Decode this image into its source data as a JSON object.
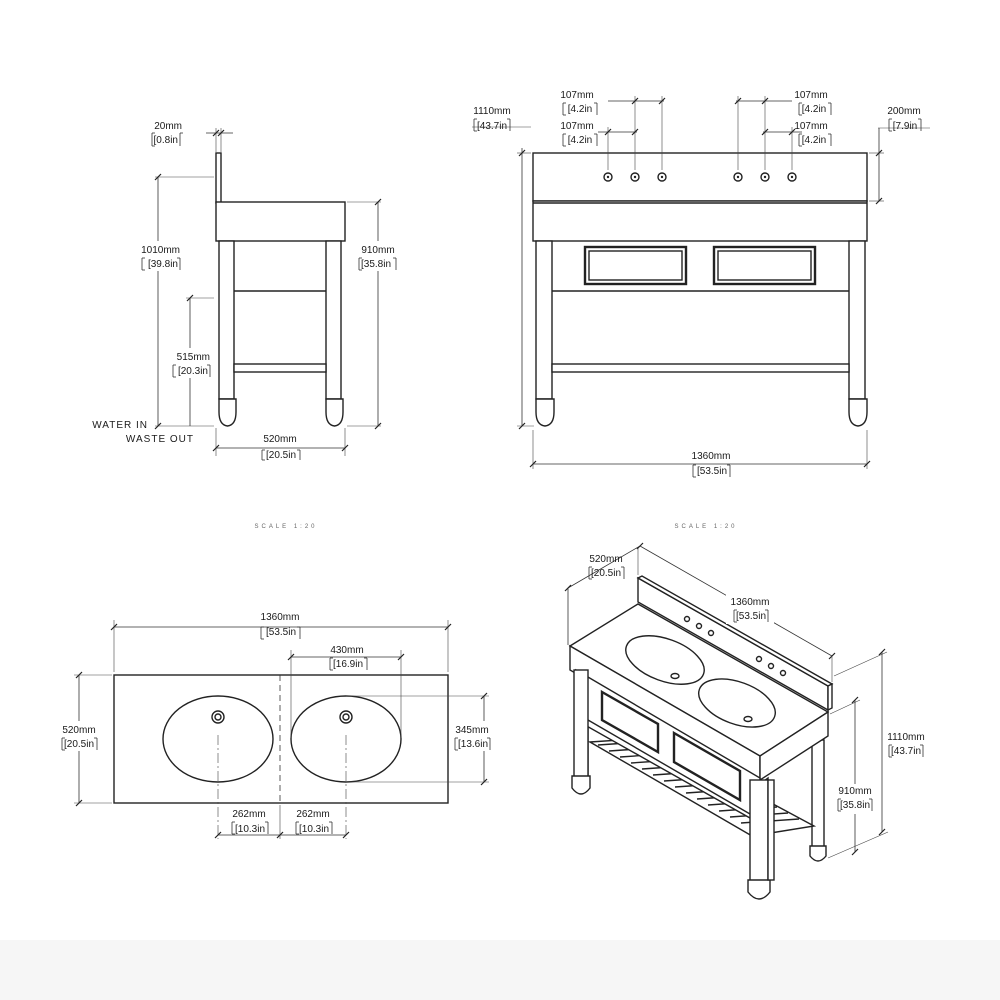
{
  "views": {
    "side": {
      "splash_width": "20mm",
      "splash_width_in": "[0.8in",
      "total_height": "1010mm",
      "total_height_in": "[39.8in",
      "counter_height": "910mm",
      "counter_height_in": "[35.8in",
      "water_height": "515mm",
      "water_height_in": "[20.3in",
      "water_in_label": "WATER IN",
      "waste_out_label": "WASTE OUT",
      "depth": "520mm",
      "depth_in": "[20.5in"
    },
    "front": {
      "total_height": "1110mm",
      "total_height_in": "[43.7in",
      "tap_spacing_a": "107mm",
      "tap_spacing_a_in": "[4.2in",
      "tap_spacing_b": "107mm",
      "tap_spacing_b_in": "[4.2in",
      "tap_spacing_c": "107mm",
      "tap_spacing_c_in": "[4.2in",
      "tap_spacing_d": "107mm",
      "tap_spacing_d_in": "[4.2in",
      "splash_height": "200mm",
      "splash_height_in": "[7.9in",
      "width": "1360mm",
      "width_in": "[53.5in"
    },
    "plan": {
      "width": "1360mm",
      "width_in": "[53.5in",
      "basin_width": "430mm",
      "basin_width_in": "[16.9in",
      "depth": "520mm",
      "depth_in": "[20.5in",
      "basin_depth": "345mm",
      "basin_depth_in": "[13.6in",
      "basin_offset_left": "262mm",
      "basin_offset_left_in": "[10.3in",
      "basin_offset_right": "262mm",
      "basin_offset_right_in": "[10.3in"
    },
    "iso": {
      "depth": "520mm",
      "depth_in": "[20.5in",
      "width": "1360mm",
      "width_in": "[53.5in",
      "total_height": "1110mm",
      "total_height_in": "[43.7in",
      "counter_height": "910mm",
      "counter_height_in": "[35.8in"
    }
  },
  "scale_labels": [
    "SCALE 1:20",
    "SCALE 1:20"
  ]
}
